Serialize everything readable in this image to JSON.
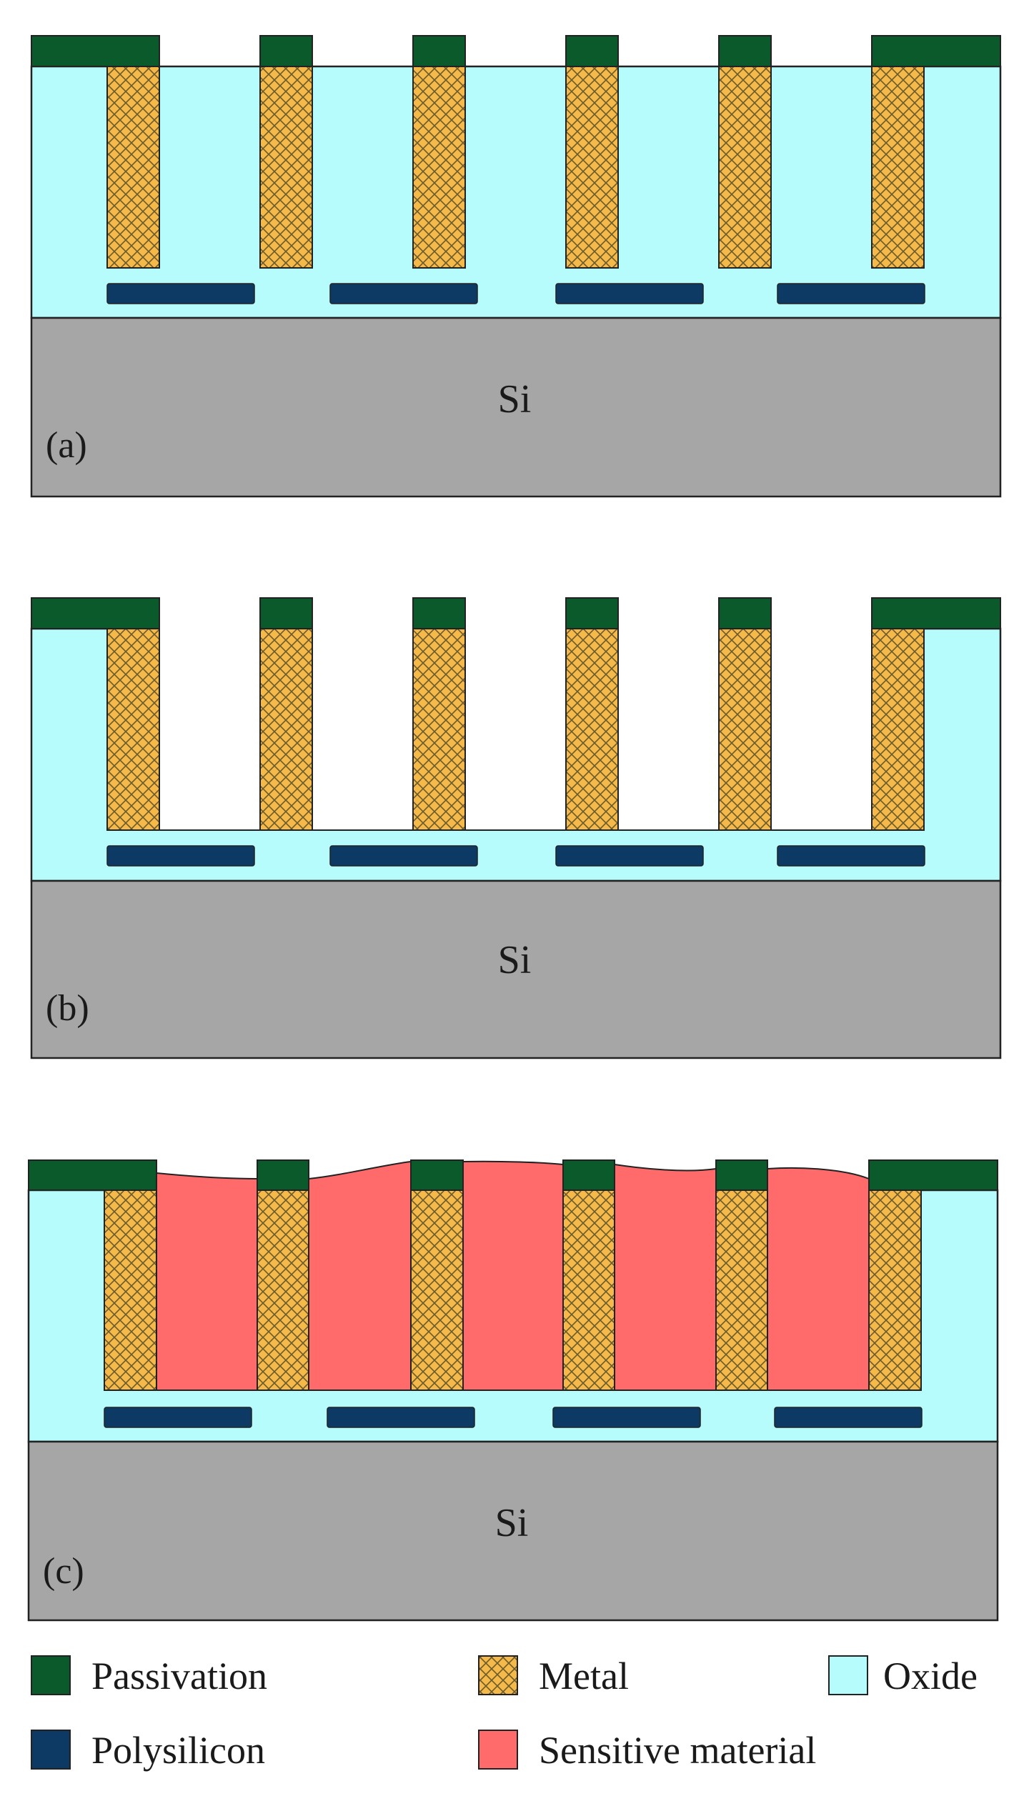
{
  "panels": [
    {
      "label": "(a)",
      "substrate_label": "Si",
      "stage": "metal electrodes embedded in oxide"
    },
    {
      "label": "(b)",
      "substrate_label": "Si",
      "stage": "oxide etched between electrodes"
    },
    {
      "label": "(c)",
      "substrate_label": "Si",
      "stage": "sensitive material deposited"
    }
  ],
  "legend": {
    "passivation": "Passivation",
    "metal": "Metal",
    "oxide": "Oxide",
    "polysilicon": "Polysilicon",
    "sensitive": "Sensitive material"
  },
  "colors": {
    "passivation": "#0b5a2c",
    "metal": "#f5b94a",
    "metal_hatch": "#6b5a2c",
    "oxide": "#b6fcfc",
    "polysilicon": "#0c3a64",
    "silicon": "#a6a6a6",
    "sensitive": "#ff6b6b",
    "outline": "#222222"
  }
}
